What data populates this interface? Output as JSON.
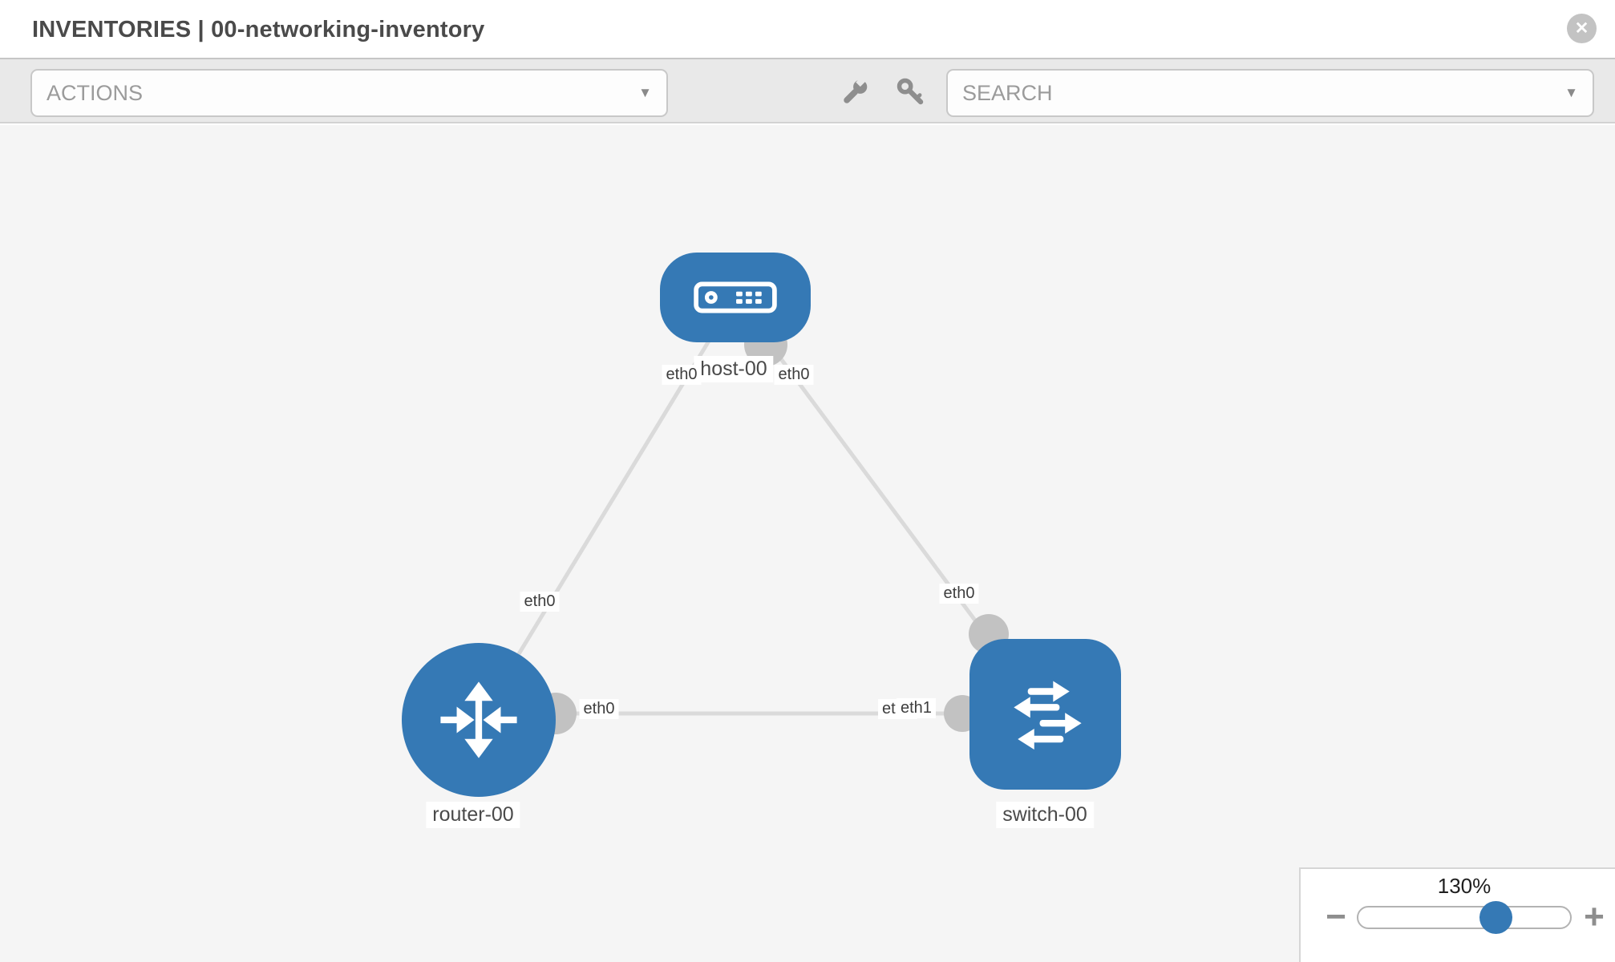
{
  "header": {
    "title": "INVENTORIES | 00-networking-inventory"
  },
  "toolbar": {
    "actions_label": "ACTIONS",
    "search_placeholder": "SEARCH"
  },
  "icons": {
    "close": "✕",
    "caret_down": "▼",
    "wrench": "wrench-icon",
    "key": "key-icon"
  },
  "colors": {
    "node_blue": "#3579b5",
    "link_gray": "#dadada",
    "dot_gray": "#c2c2c2",
    "canvas_bg": "#f5f5f5",
    "toolbar_bg": "#e9e9e9"
  },
  "graph": {
    "nodes": [
      {
        "id": "host-00",
        "type": "host",
        "label": "host-00"
      },
      {
        "id": "router-00",
        "type": "router",
        "label": "router-00"
      },
      {
        "id": "switch-00",
        "type": "switch",
        "label": "switch-00"
      }
    ],
    "links": [
      {
        "from": "host-00",
        "to": "router-00",
        "endpoints": {
          "host": "eth0",
          "router": "eth0"
        }
      },
      {
        "from": "host-00",
        "to": "switch-00",
        "endpoints": {
          "host": "eth0",
          "switch": "eth0"
        }
      },
      {
        "from": "router-00",
        "to": "switch-00",
        "endpoints": {
          "router": "eth0",
          "switch_back": "eth0",
          "switch_front": "eth1"
        }
      }
    ]
  },
  "zoom_control": {
    "level": "130%",
    "minus_label": "−",
    "plus_label": "+"
  }
}
